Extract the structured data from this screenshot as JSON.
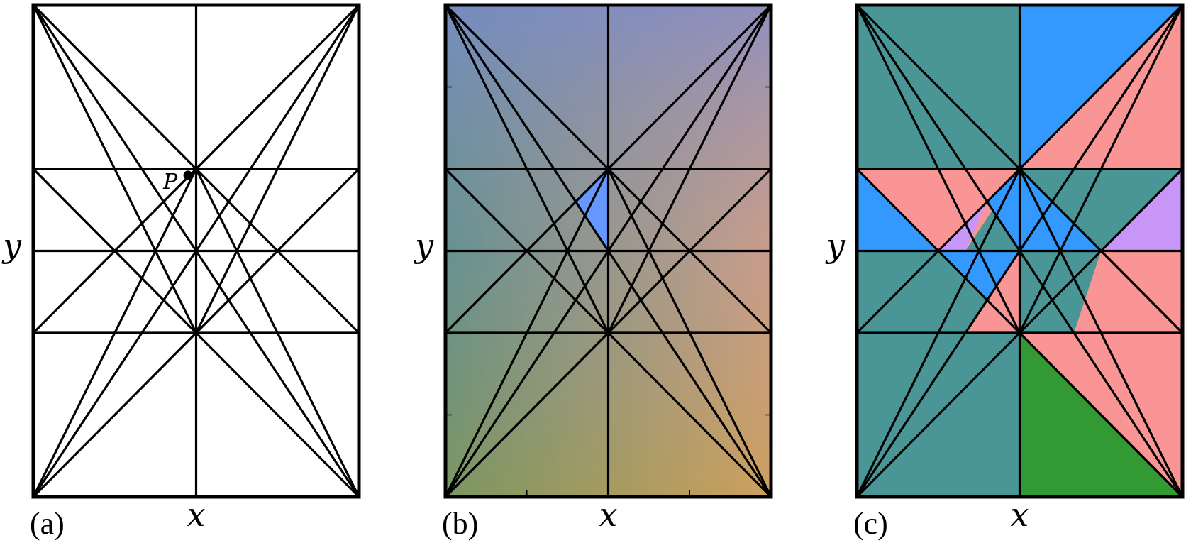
{
  "panels": [
    {
      "id": "a",
      "label": "(a)",
      "xlabel": "x",
      "ylabel": "y",
      "point": {
        "label": "P"
      }
    },
    {
      "id": "b",
      "label": "(b)",
      "xlabel": "x",
      "ylabel": "y"
    },
    {
      "id": "c",
      "label": "(c)",
      "xlabel": "x",
      "ylabel": "y",
      "palette": {
        "teal": "#4a9696",
        "blue": "#3399ff",
        "pink": "#f99595",
        "violet": "#c896f9",
        "green": "#339933"
      }
    }
  ]
}
